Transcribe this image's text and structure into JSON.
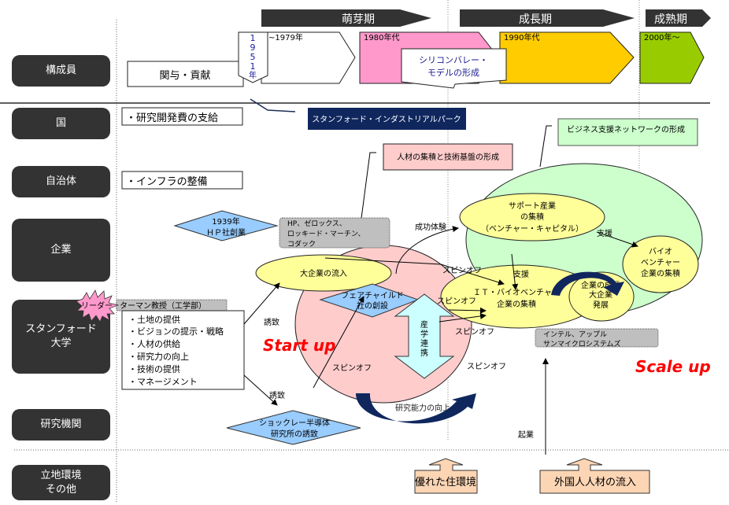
{
  "phases": [
    {
      "label": "萌芽期"
    },
    {
      "label": "成長期"
    },
    {
      "label": "成熟期"
    }
  ],
  "eras": [
    {
      "label": "~1979年"
    },
    {
      "label": "1980年代"
    },
    {
      "label": "1990年代"
    },
    {
      "label": "2000年～"
    }
  ],
  "era_colors": {
    "e1979": "#ffffff",
    "e1980": "#ff99cc",
    "e1990": "#ffcc00",
    "e2000": "#99cc00"
  },
  "year_1951": [
    "1",
    "9",
    "5",
    "1",
    "年"
  ],
  "row_labels": {
    "members": "構成員",
    "country": "国",
    "municipality": "自治体",
    "companies": "企業",
    "stanford": "スタンフォード\n大学",
    "research": "研究機関",
    "location": "立地環境\nその他"
  },
  "members_box": "関与・貢献",
  "silicon_valley_callout": [
    "シリコンバレー・",
    "モデルの形成"
  ],
  "country_box": "・研究開発費の支給",
  "municipality_box": "・インフラの整備",
  "industrial_park": "スタンフォード・インダストリアルパーク",
  "callouts": {
    "talent": "人材の集積と技術基盤の形成",
    "business_network": "ビジネス支援ネットワークの形成"
  },
  "hp_diamond": [
    "1939年",
    "ＨＰ社創業"
  ],
  "companies_gray": [
    "HP、ゼロックス、",
    "ロッキード・マーチン、",
    "コダック"
  ],
  "big_corp_inflow": "大企業の流入",
  "fairchild": [
    "フェアチャイルド",
    "社の創設"
  ],
  "industry_academia": [
    "産",
    "学",
    "連",
    "携"
  ],
  "support_industry": [
    "サポート産業",
    "の集積",
    "（ベンチャー・キャピタル）"
  ],
  "bio_venture": [
    "バイオ",
    "ベンチャー",
    "企業の集積"
  ],
  "it_bio": [
    "ＩＴ・バイオベンチャー",
    "企業の集積"
  ],
  "big_corp_growth": [
    "企業の成長",
    "大企業",
    "発展"
  ],
  "intel_gray": [
    "インテル、アップル",
    "サンマイクロシステムズ"
  ],
  "leader_badge": "リーダー",
  "terman": "ターマン教授（工学部）",
  "stanford_list": [
    "・土地の提供",
    "・ビジョンの提示・戦略",
    "・人材の供給",
    "・研究力の向上",
    "・技術の提供",
    "・マネージメント"
  ],
  "shockley": [
    "ショックレー半導体",
    "研究所の誘致"
  ],
  "research_improve": "研究能力の向上",
  "labels": {
    "success": "成功体験",
    "support1": "支援",
    "support2": "支援",
    "spinoff": "スピンオフ",
    "invite": "誘致",
    "startup": "起業",
    "start_up": "Start up",
    "scale_up": "Scale up"
  },
  "location_items": [
    "優れた住環境",
    "外国人人材の流入"
  ]
}
